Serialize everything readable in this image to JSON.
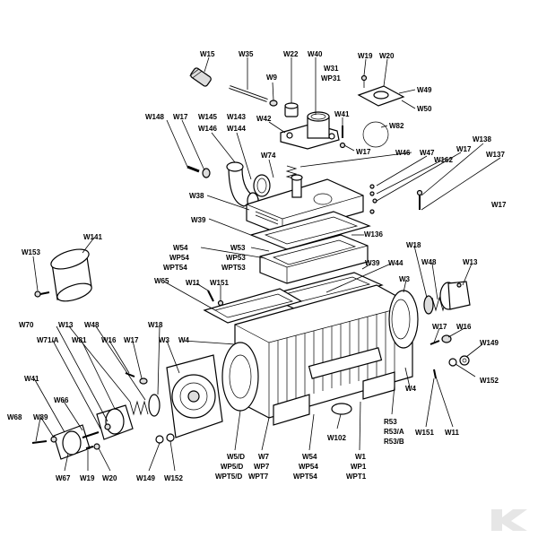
{
  "labels": {
    "W15": "W15",
    "W35": "W35",
    "W22": "W22",
    "W40": "W40",
    "W19_top": "W19",
    "W20_top": "W20",
    "W9": "W9",
    "W31": "W31",
    "WP31": "WP31",
    "W49": "W49",
    "W50": "W50",
    "W148": "W148",
    "W17_a": "W17",
    "W145": "W145",
    "W146": "W146",
    "W143": "W143",
    "W144": "W144",
    "W42": "W42",
    "W41_top": "W41",
    "W82": "W82",
    "W17_b": "W17",
    "W46": "W46",
    "W47": "W47",
    "W17_c": "W17",
    "W138": "W138",
    "W162": "W162",
    "W137": "W137",
    "W74": "W74",
    "W17_d": "W17",
    "W38": "W38",
    "W39_a": "W39",
    "W141": "W141",
    "W153": "W153",
    "W54": "W54",
    "W53": "W53",
    "WP54": "WP54",
    "WP53": "WP53",
    "WPT54": "WPT54",
    "WPT53": "WPT53",
    "W136": "W136",
    "W18_r": "W18",
    "W39_b": "W39",
    "W44": "W44",
    "W48_r": "W48",
    "W13_r": "W13",
    "W65": "W65",
    "W11_a": "W11",
    "W151_a": "W151",
    "W3_r": "W3",
    "W70": "W70",
    "W13_l": "W13",
    "W48_l": "W48",
    "W18_l": "W18",
    "W17_r": "W17",
    "W16_r": "W16",
    "W71A": "W71/A",
    "W81": "W81",
    "W16_l": "W16",
    "W17_l": "W17",
    "W3_l": "W3",
    "W4_l": "W4",
    "W149_r": "W149",
    "W152_r": "W152",
    "W41_l": "W41",
    "W66": "W66",
    "W4_r": "W4",
    "W68": "W68",
    "W89": "W89",
    "R53": "R53",
    "R53A": "R53/A",
    "R53B": "R53/B",
    "W151_b": "W151",
    "W11_b": "W11",
    "W102": "W102",
    "W5D": "W5/D",
    "WP5D": "WP5/D",
    "WPT5D": "WPT5/D",
    "W7": "W7",
    "WP7": "WP7",
    "WPT7": "WPT7",
    "W54_b": "W54",
    "WP54_b": "WP54",
    "WPT54_b": "WPT54",
    "W1": "W1",
    "WP1": "WP1",
    "WPT1": "WPT1",
    "W67": "W67",
    "W19_b": "W19",
    "W20_b": "W20",
    "W149_b": "W149",
    "W152_b": "W152"
  }
}
